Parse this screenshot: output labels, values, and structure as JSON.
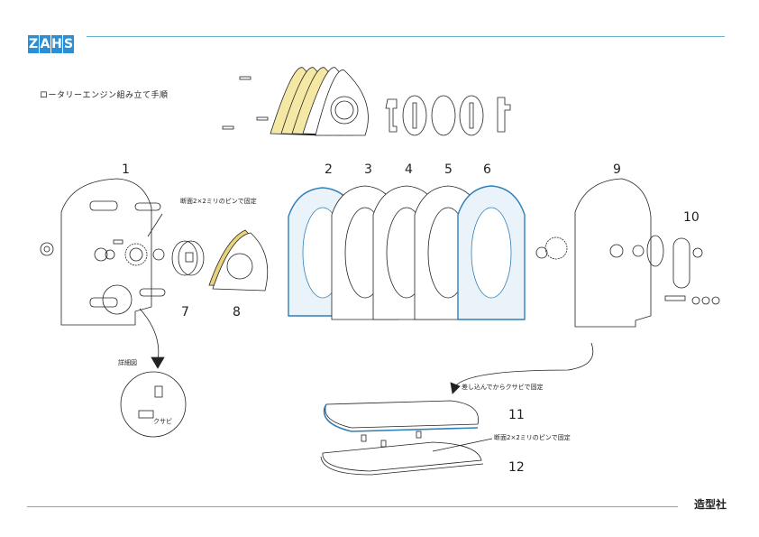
{
  "logo": {
    "letters": [
      "Z",
      "A",
      "H",
      "S"
    ],
    "color": "#2a8fd4"
  },
  "title": "ロータリーエンジン組み立て手順",
  "publisher": "造型社",
  "part_numbers": [
    "1",
    "2",
    "3",
    "4",
    "5",
    "6",
    "7",
    "8",
    "9",
    "10",
    "11",
    "12"
  ],
  "notes": {
    "pin_note_top": "断面2×2ミリのピンで固定",
    "detail_label": "詳細図",
    "wedge_label": "クサビ",
    "insert_note": "差し込んでからクサビで固定",
    "pin_note_bottom": "断面2×2ミリのピンで固定"
  },
  "colors": {
    "accent_line": "#5fb4c7",
    "housing_blue": "#2f7fb8",
    "rotor_yellow": "#e3c64a"
  }
}
